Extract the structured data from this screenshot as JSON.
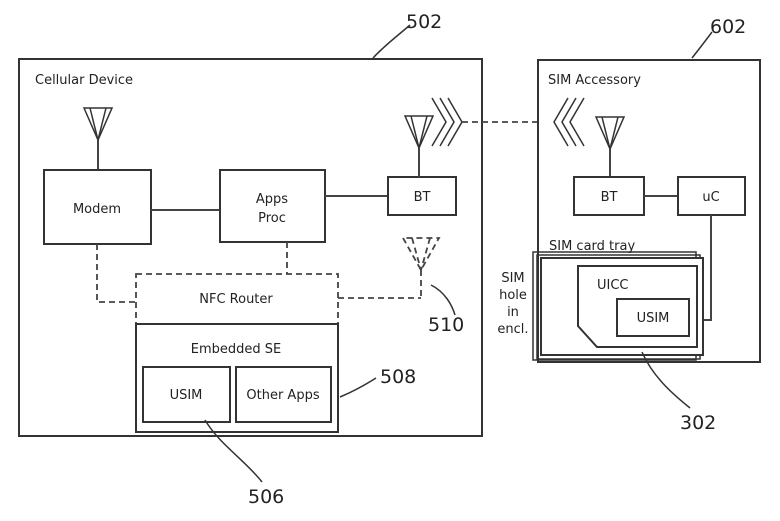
{
  "cellular_device": {
    "title": "Cellular Device",
    "ref": "502",
    "modem": "Modem",
    "apps_proc_line1": "Apps",
    "apps_proc_line2": "Proc",
    "bt": "BT",
    "nfc_router": "NFC Router",
    "embedded_se": "Embedded SE",
    "usim": "USIM",
    "other_apps": "Other Apps",
    "ref_se": "508",
    "ref_usim": "506",
    "ref_nfc_antenna": "510"
  },
  "sim_accessory": {
    "title": "SIM Accessory",
    "ref": "602",
    "bt": "BT",
    "uc": "uC",
    "sim_card_tray": "SIM card tray",
    "sim_hole_line1": "SIM",
    "sim_hole_line2": "hole",
    "sim_hole_line3": "in",
    "sim_hole_line4": "encl.",
    "uicc": "UICC",
    "usim": "USIM",
    "ref_tray": "302"
  }
}
